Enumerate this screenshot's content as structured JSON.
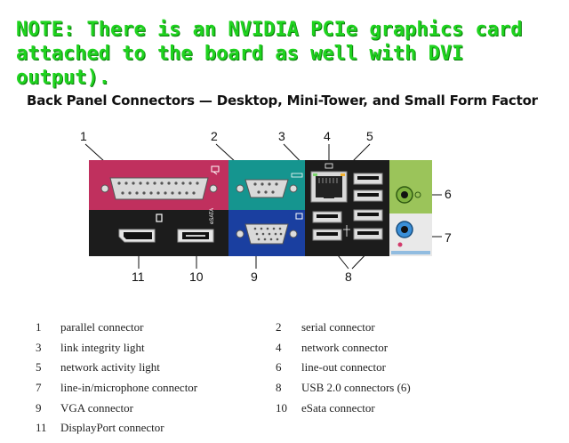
{
  "note": "NOTE: There is an NVIDIA PCIe graphics card attached to the board as well with DVI output).",
  "heading": "Back Panel Connectors — Desktop, Mini-Tower, and Small Form Factor",
  "callouts": [
    "1",
    "2",
    "3",
    "4",
    "5",
    "6",
    "7",
    "8",
    "9",
    "10",
    "11"
  ],
  "legend": [
    {
      "num": "1",
      "label": "parallel connector"
    },
    {
      "num": "2",
      "label": "serial connector"
    },
    {
      "num": "3",
      "label": "link integrity light"
    },
    {
      "num": "4",
      "label": "network connector"
    },
    {
      "num": "5",
      "label": "network activity light"
    },
    {
      "num": "6",
      "label": "line-out connector"
    },
    {
      "num": "7",
      "label": "line-in/microphone connector"
    },
    {
      "num": "8",
      "label": "USB 2.0 connectors (6)"
    },
    {
      "num": "9",
      "label": "VGA connector"
    },
    {
      "num": "10",
      "label": "eSata connector"
    },
    {
      "num": "11",
      "label": "DisplayPort connector"
    }
  ],
  "panel_icon_text": {
    "esata": "eSATA"
  },
  "colors": {
    "parallel": "#c0305e",
    "serial": "#15958f",
    "vga": "#1a3fa0",
    "black": "#1c1c1c",
    "lineout": "#9bc45a",
    "linein": "#3a8fd8",
    "note": "#1fd31f"
  }
}
